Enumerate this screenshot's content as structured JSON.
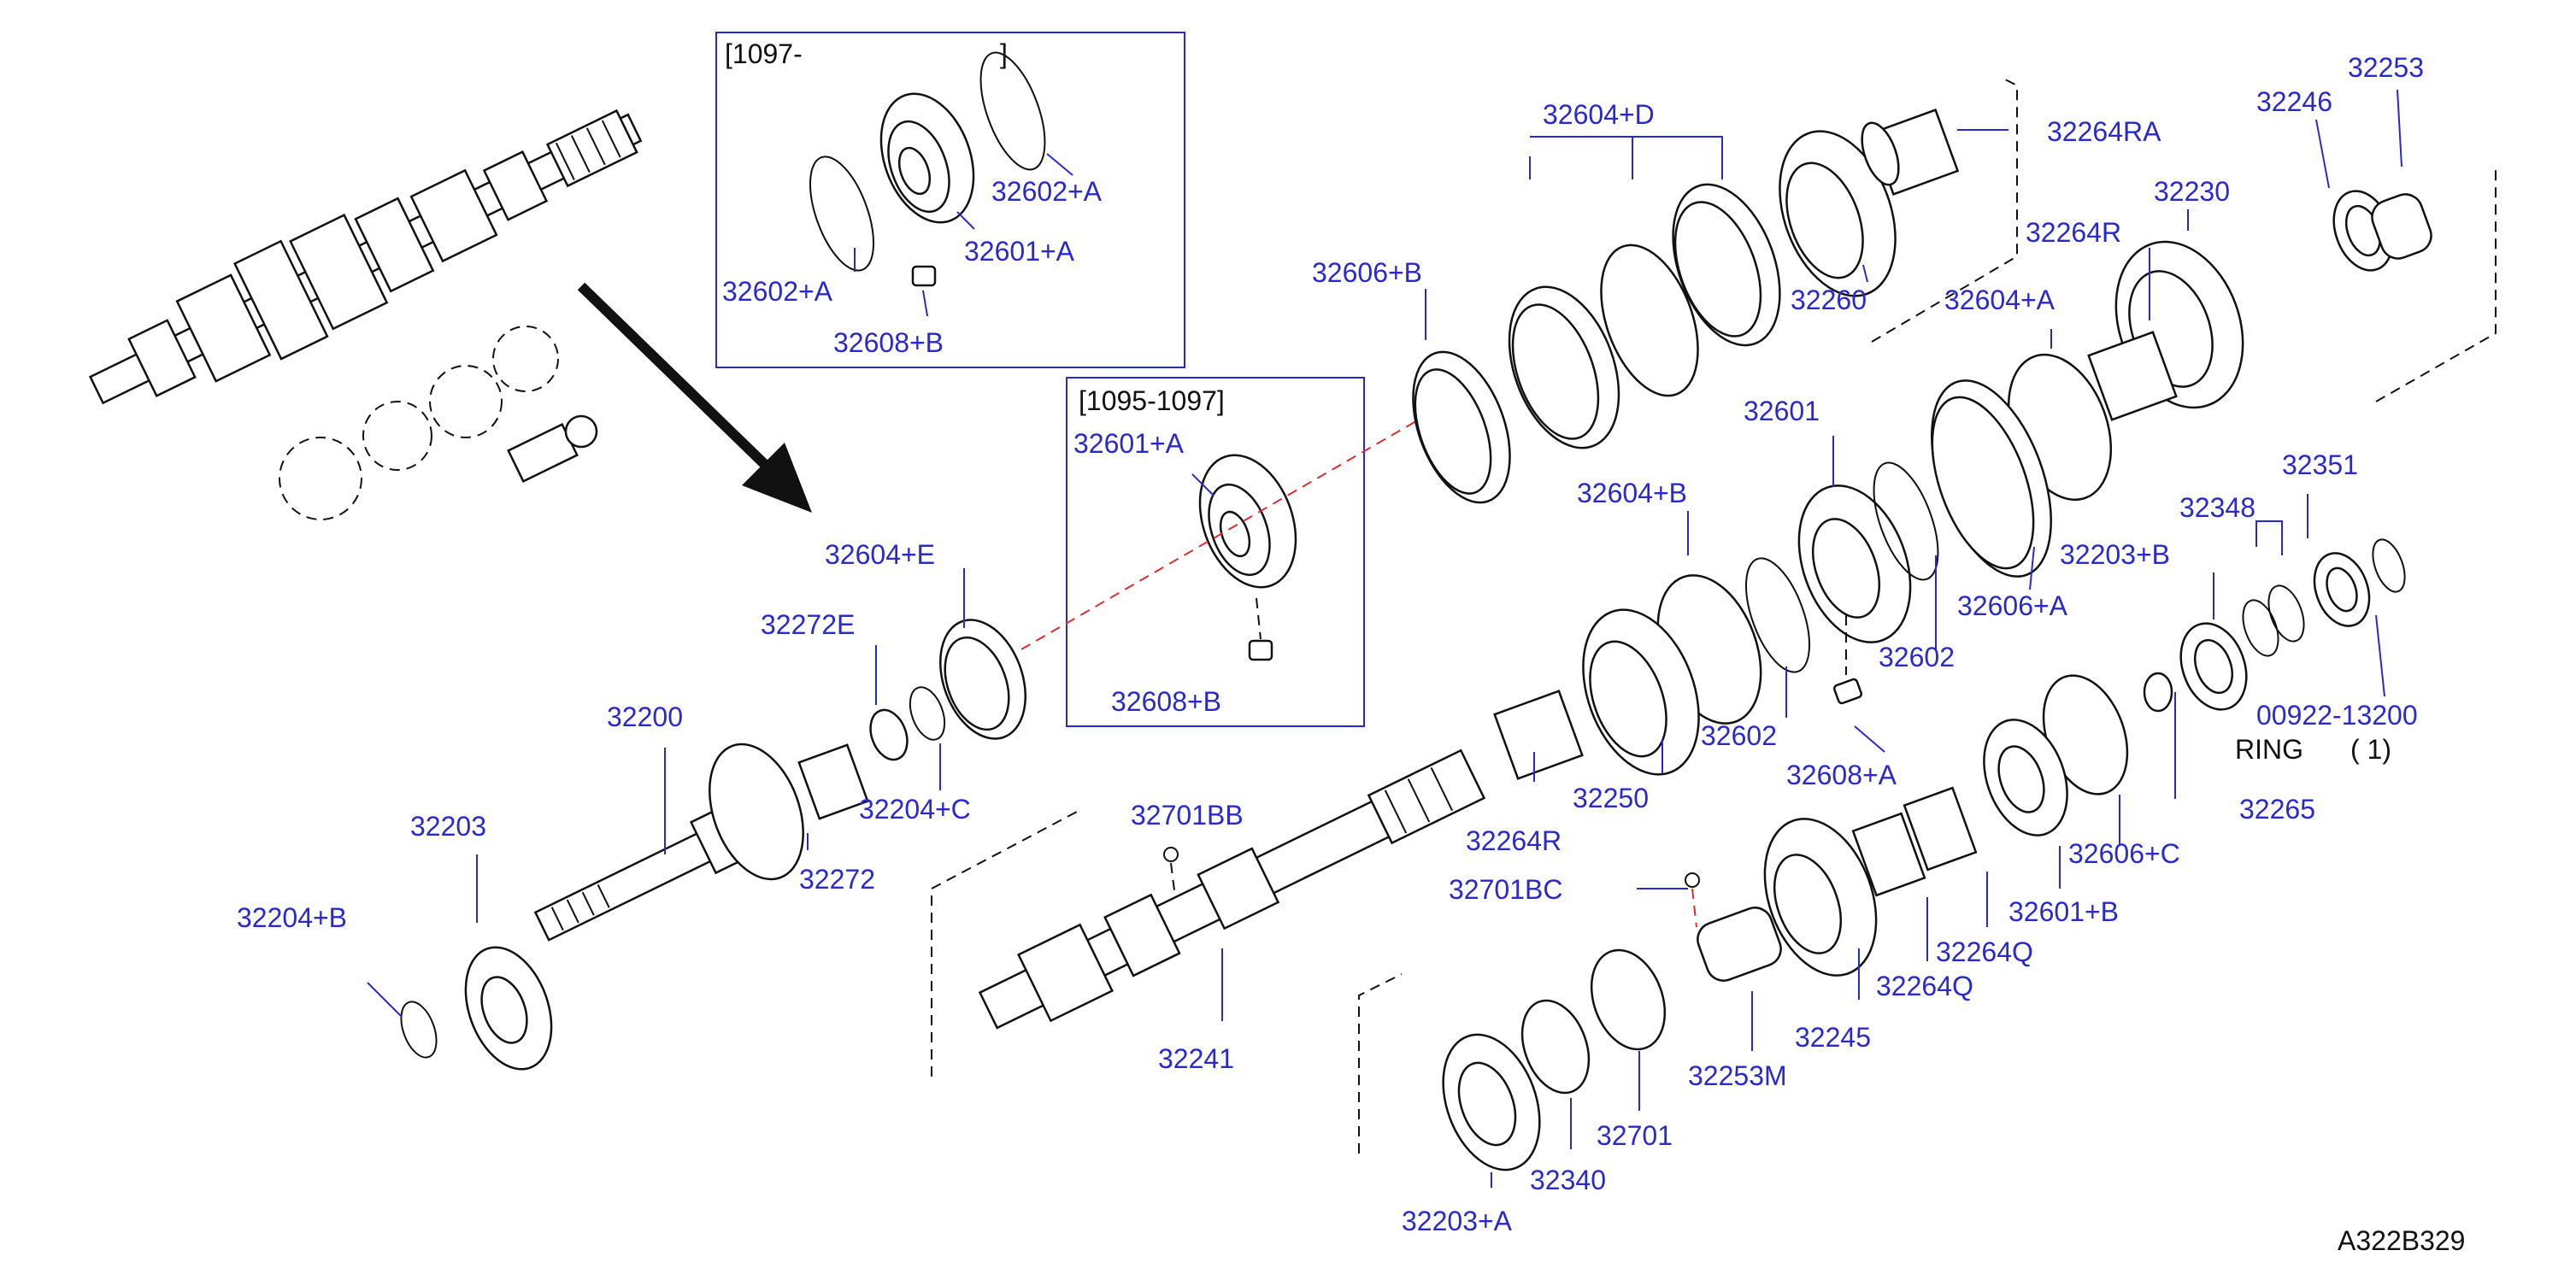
{
  "diagram_code": "A322B329",
  "inset_top": {
    "title": "[1097-",
    "close": "]",
    "labels": [
      "32602+A",
      "32601+A",
      "32602+A",
      "32608+B"
    ]
  },
  "inset_mid": {
    "title": "[1095-1097]",
    "labels": [
      "32601+A",
      "32608+B"
    ]
  },
  "ring_note": {
    "word": "RING",
    "qty": "( 1)"
  },
  "labels": {
    "l32604D": "32604+D",
    "l32264RA": "32264RA",
    "l32246": "32246",
    "l32253": "32253",
    "l32230": "32230",
    "l32264R_top": "32264R",
    "l32606B": "32606+B",
    "l32260": "32260",
    "l32604A": "32604+A",
    "l32601": "32601",
    "l32604B": "32604+B",
    "l32351": "32351",
    "l32348": "32348",
    "l32203B": "32203+B",
    "l32606A": "32606+A",
    "l32604E": "32604+E",
    "l32272E": "32272E",
    "l32602_a": "32602",
    "l32602_b": "32602",
    "l00922": "00922-13200",
    "l32200": "32200",
    "l32204C": "32204+C",
    "l32250": "32250",
    "l32608A": "32608+A",
    "l32265": "32265",
    "l32203": "32203",
    "l32701BB": "32701BB",
    "l32272": "32272",
    "l32264R_mid": "32264R",
    "l32606C": "32606+C",
    "l32204B": "32204+B",
    "l32701BC": "32701BC",
    "l32601B": "32601+B",
    "l32264Q_a": "32264Q",
    "l32264Q_b": "32264Q",
    "l32245": "32245",
    "l32241": "32241",
    "l32253M": "32253M",
    "l32701": "32701",
    "l32340": "32340",
    "l32203A": "32203+A"
  }
}
